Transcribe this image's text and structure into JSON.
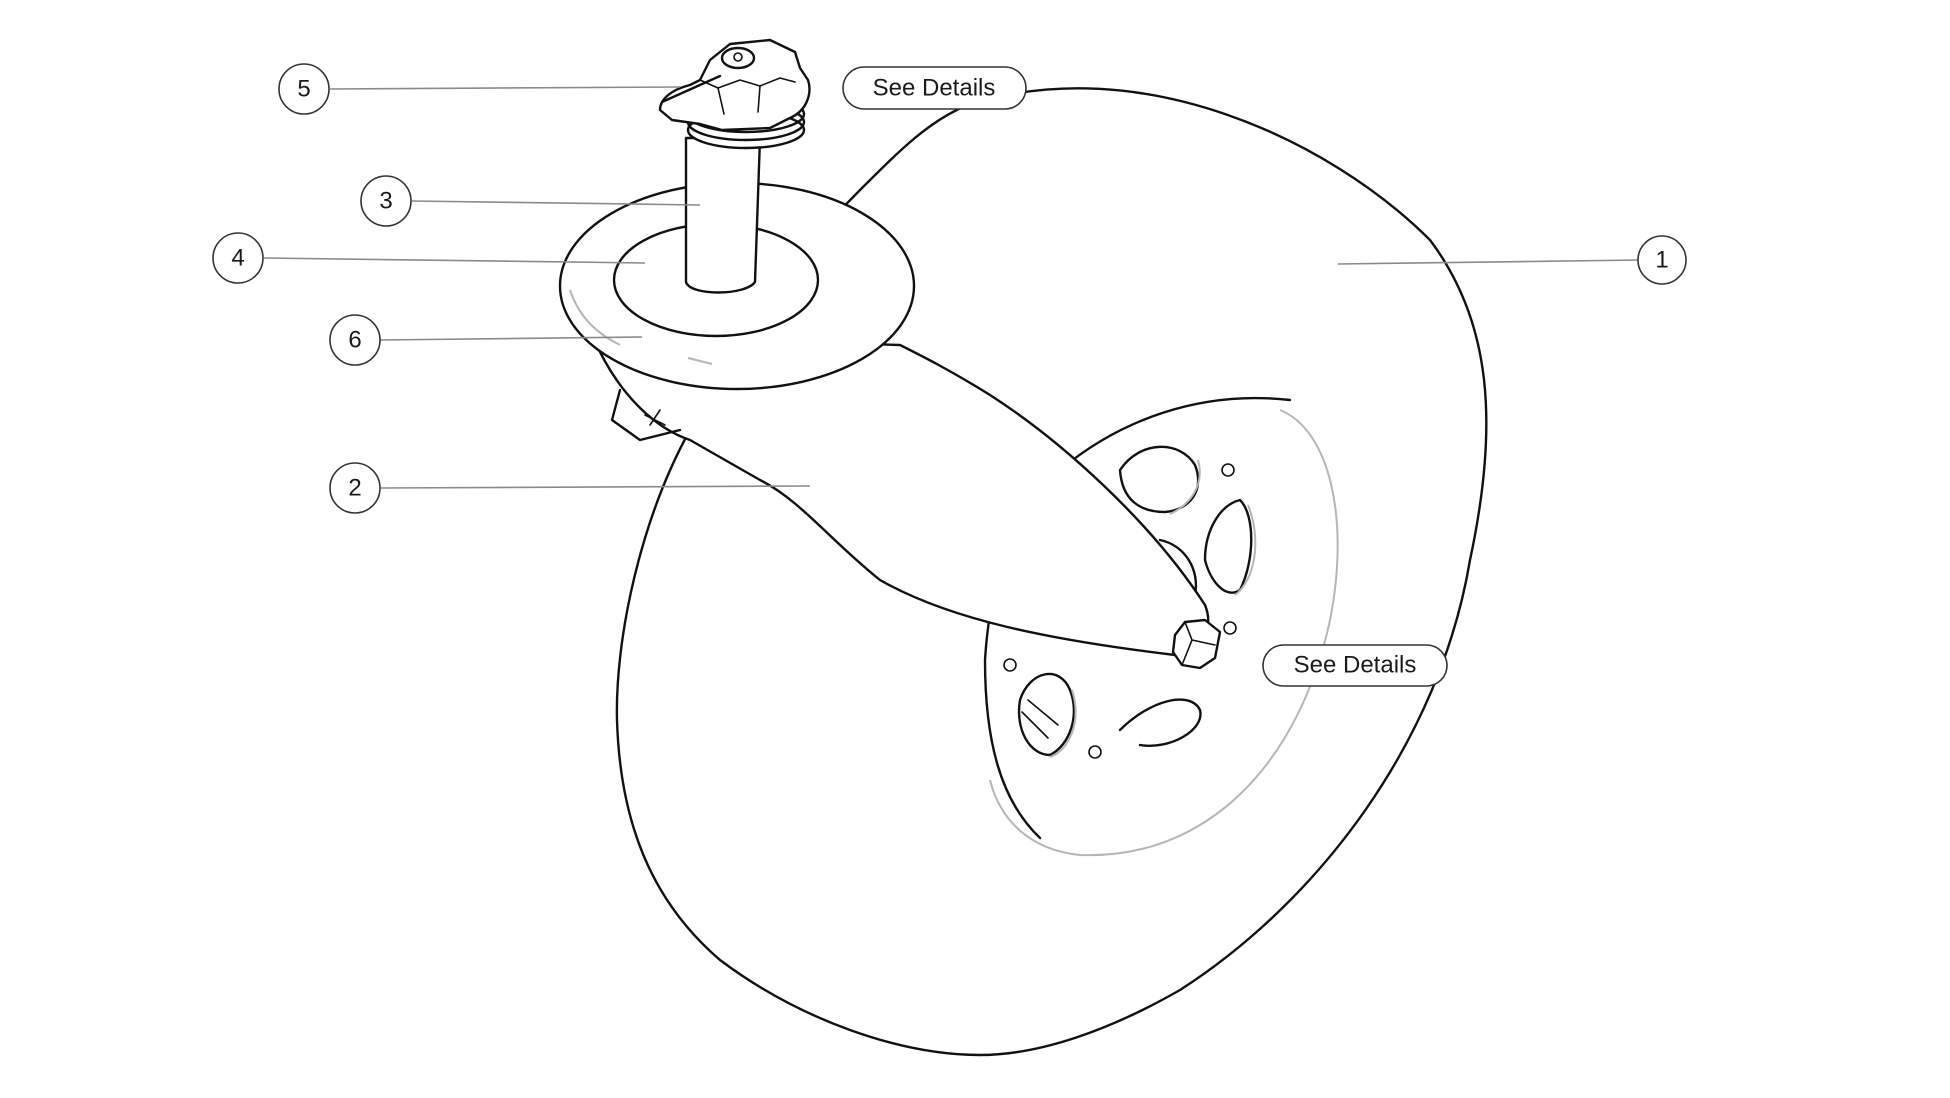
{
  "callouts": [
    {
      "id": "1",
      "label": "1"
    },
    {
      "id": "2",
      "label": "2"
    },
    {
      "id": "3",
      "label": "3"
    },
    {
      "id": "4",
      "label": "4"
    },
    {
      "id": "5",
      "label": "5"
    },
    {
      "id": "6",
      "label": "6"
    }
  ],
  "buttons": {
    "see_details_top": "See Details",
    "see_details_hub": "See Details"
  },
  "colors": {
    "line": "#111111",
    "leader": "#8a8a8a",
    "background": "#ffffff"
  }
}
